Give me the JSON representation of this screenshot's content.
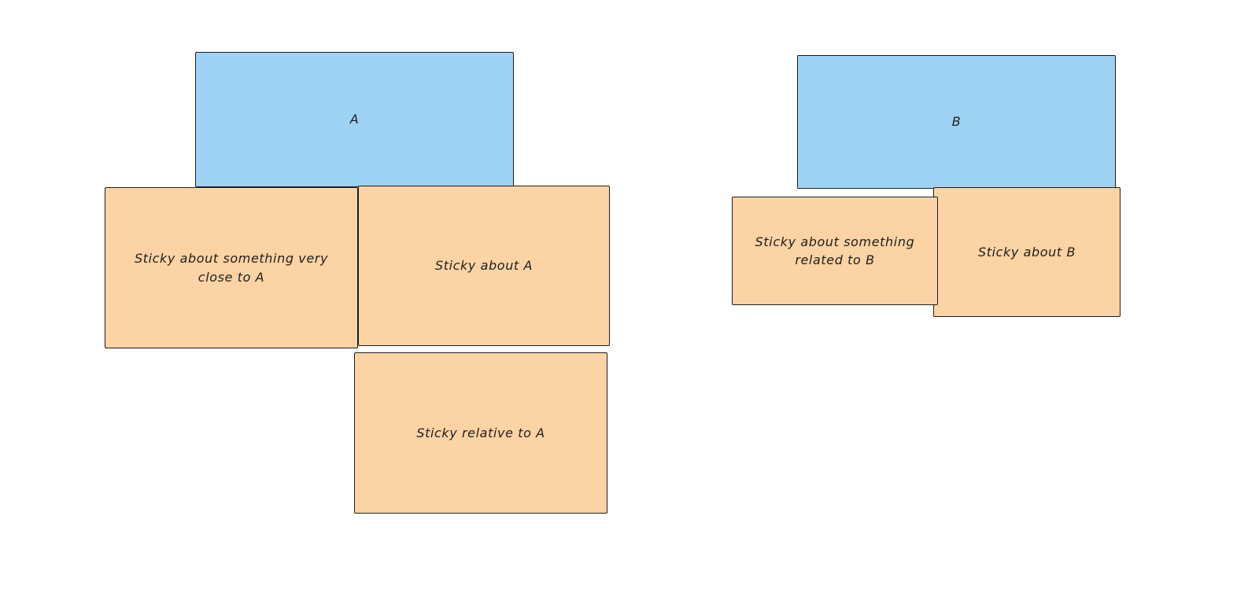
{
  "board": {
    "colors": {
      "canvas_bg": "#ffffff",
      "topic_fill": "#9ed2f4",
      "sticky_fill": "#fbd3a4",
      "stroke": "#1e1e1e"
    },
    "topics": {
      "a": {
        "label": "A"
      },
      "b": {
        "label": "B"
      }
    },
    "stickies": {
      "a1": {
        "label": "Sticky about something very close to A"
      },
      "a2": {
        "label": "Sticky about A"
      },
      "a3": {
        "label": "Sticky relative to A"
      },
      "b1": {
        "label": "Sticky about something related to B"
      },
      "b2": {
        "label": "Sticky about B"
      }
    }
  }
}
